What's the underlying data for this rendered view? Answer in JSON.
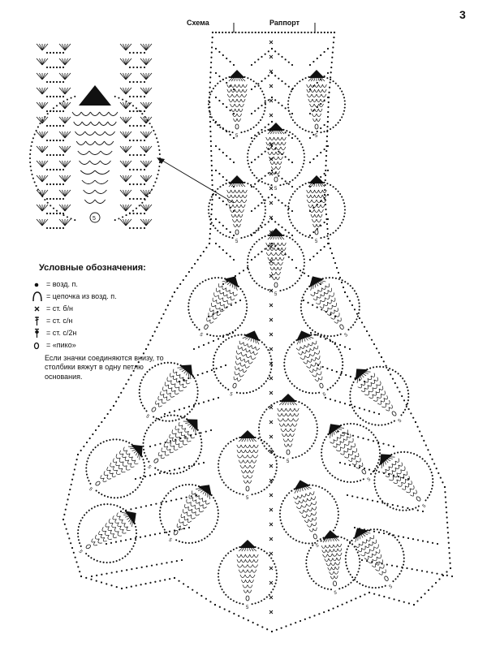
{
  "page_number": "3",
  "header": {
    "schema_label": "Схема",
    "rapport_label": "Раппорт"
  },
  "legend": {
    "title": "Условные обозначения:",
    "items": [
      {
        "symbol": "chain-stitch-dot",
        "label": "= возд. п."
      },
      {
        "symbol": "chain-arch",
        "label": "= цепочка из возд. п."
      },
      {
        "symbol": "single-crochet-cross",
        "label": "= ст. б/н"
      },
      {
        "symbol": "double-crochet",
        "label": "= ст. с/н"
      },
      {
        "symbol": "treble-crochet",
        "label": "= ст. с/2н"
      },
      {
        "symbol": "picot",
        "label": "= «пико»"
      }
    ],
    "note": "Если значки соединяются внизу, то столбики вяжут в одну петлю основания."
  },
  "detail_inset": {
    "pineapple_label": "5"
  },
  "motif_label": "5",
  "colors": {
    "ink": "#111111",
    "paper": "#ffffff"
  }
}
